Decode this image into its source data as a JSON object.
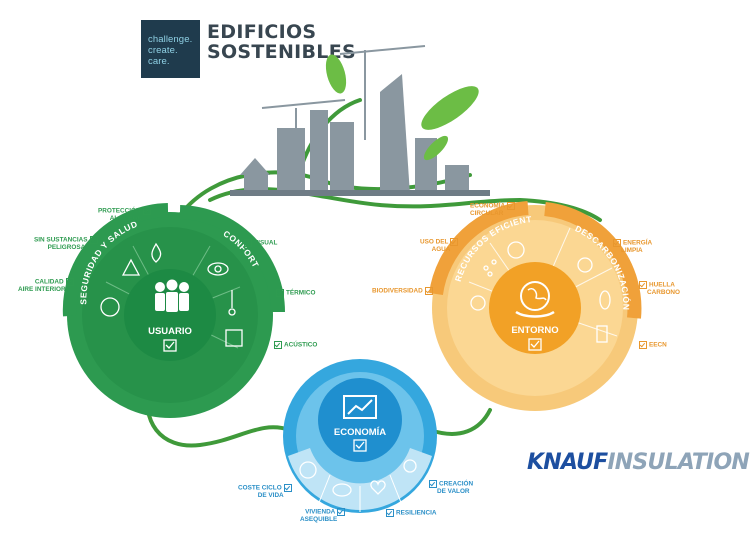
{
  "header": {
    "logo_lines": [
      "challenge.",
      "create.",
      "care."
    ],
    "title_lines": [
      "EDIFICIOS",
      "SOSTENIBLES"
    ]
  },
  "brand": {
    "part1": "KNAUF",
    "part2": "INSULATION"
  },
  "colors": {
    "green": "#2e9b50",
    "orange": "#f0a13a",
    "blue": "#35a7de",
    "gray": "#7d8a93"
  },
  "usuario": {
    "center": "USUARIO",
    "arc_left": "SEGURIDAD Y SALUD",
    "arc_right": "CONFORT",
    "labels": {
      "proteccion": [
        "PROTECCIÓN",
        "AL FUEGO"
      ],
      "sustancias": [
        "SIN SUSTANCIAS",
        "PELIGROSAS"
      ],
      "calidad": [
        "CALIDAD",
        "AIRE INTERIOR"
      ],
      "visual": "VISUAL",
      "termico": "TÉRMICO",
      "acustico": "ACÚSTICO"
    }
  },
  "entorno": {
    "center": "ENTORNO",
    "arc_left": "RECURSOS EFICIENTES",
    "arc_right": "DESCARBONIZACIÓN",
    "labels": {
      "economia_circular": [
        "ECONOMÍA",
        "CIRCULAR"
      ],
      "agua": [
        "USO DEL",
        "AGUA"
      ],
      "biodiversidad": "BIODIVERSIDAD",
      "energia": [
        "ENERGÍA",
        "LIMPIA"
      ],
      "huella": [
        "HUELLA",
        "CARBONO"
      ],
      "eecn": "EECN"
    }
  },
  "economia": {
    "center": "ECONOMÍA",
    "labels": {
      "coste": [
        "COSTE CICLO",
        "DE VIDA"
      ],
      "vivienda": [
        "VIVIENDA",
        "ASEQUIBLE"
      ],
      "resiliencia": "RESILIENCIA",
      "creacion": [
        "CREACIÓN",
        "DE VALOR"
      ]
    }
  }
}
